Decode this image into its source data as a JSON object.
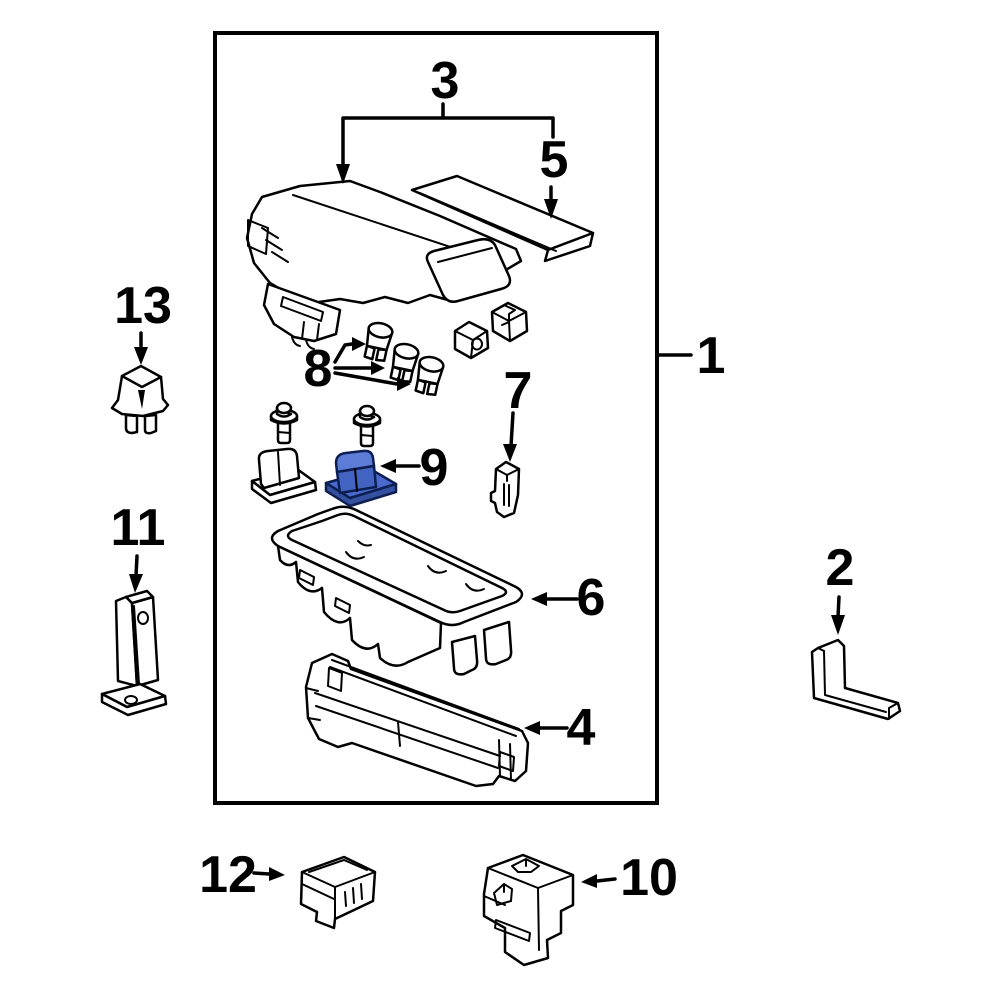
{
  "diagram": {
    "description": "Exploded line-art parts diagram of a vehicle engine-compartment fuse and relay box assembly",
    "highlighted_part": "9"
  },
  "colors": {
    "background": "#ffffff",
    "line": "#000000",
    "highlight_top": "#5c7cd8",
    "highlight_front": "#4363c2",
    "highlight_base": "#4a6bcd",
    "highlight_shadow": "#34519f"
  },
  "parts": [
    {
      "num": "1"
    },
    {
      "num": "2"
    },
    {
      "num": "3"
    },
    {
      "num": "4"
    },
    {
      "num": "5"
    },
    {
      "num": "6"
    },
    {
      "num": "7"
    },
    {
      "num": "8"
    },
    {
      "num": "9"
    },
    {
      "num": "10"
    },
    {
      "num": "11"
    },
    {
      "num": "12"
    },
    {
      "num": "13"
    }
  ]
}
